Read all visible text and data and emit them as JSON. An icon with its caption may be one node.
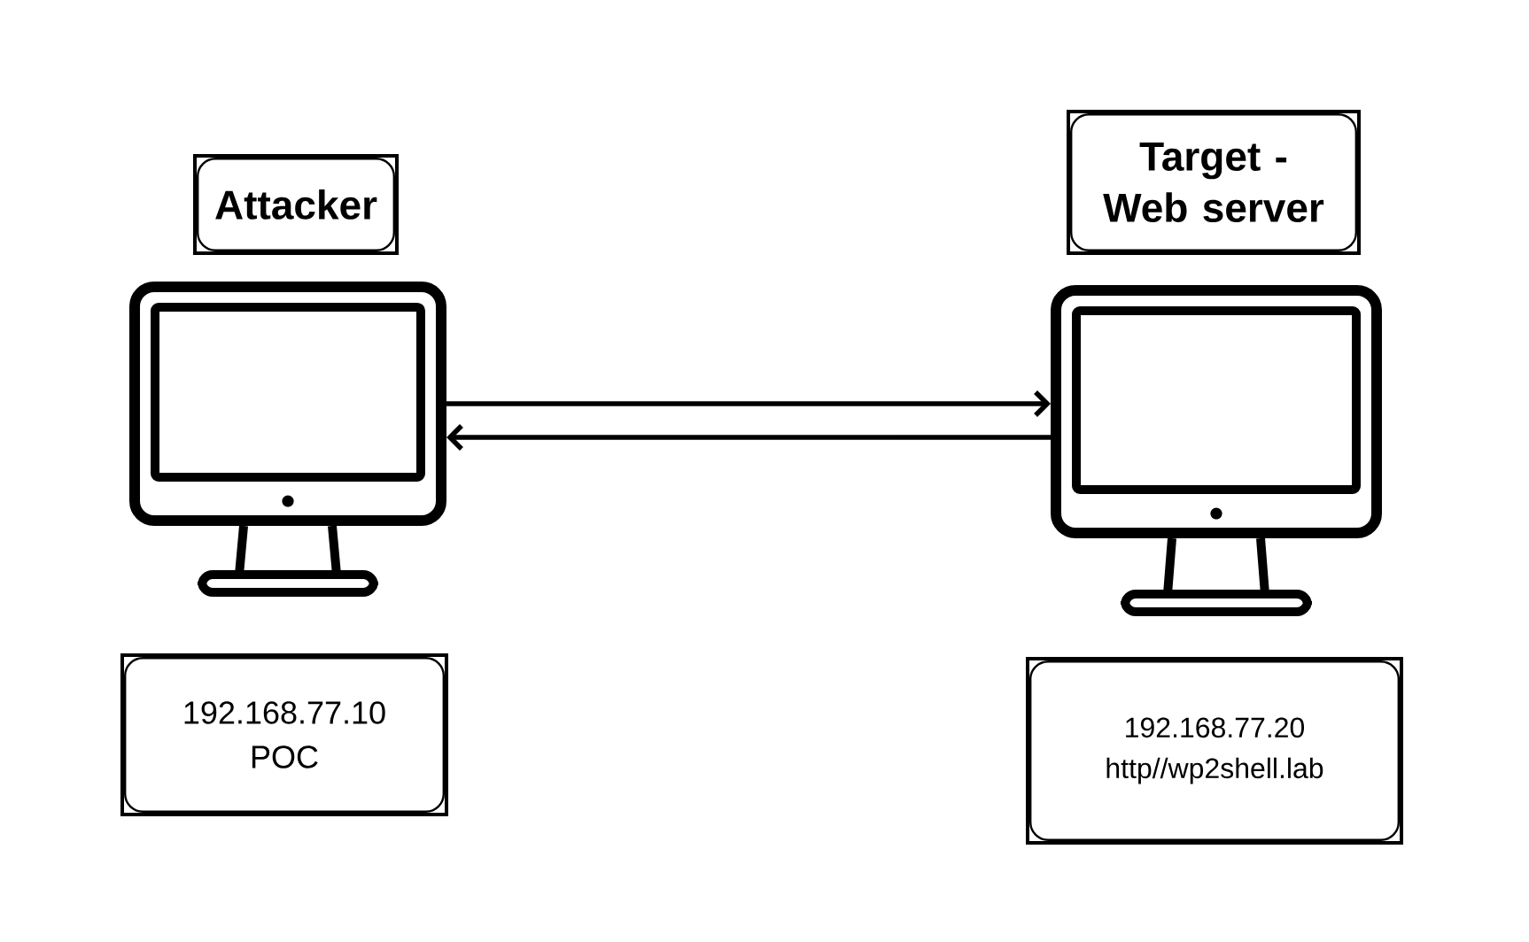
{
  "diagram": {
    "nodes": [
      {
        "text": [
          "Attacker"
        ]
      },
      {
        "text": [],
        "shape": "picture"
      },
      {
        "text": [
          "192.168.77.10",
          "POC"
        ]
      },
      {
        "text": [
          "Target - Web server"
        ]
      },
      {
        "text": [],
        "shape": "picture"
      },
      {
        "text": [
          "192.168.77.20",
          "http//wp2shell.lab"
        ]
      }
    ],
    "edges": [
      {
        "from": 1,
        "to": 4,
        "arrow": "to"
      },
      {
        "from": 4,
        "to": 1,
        "arrow": "to"
      }
    ]
  }
}
